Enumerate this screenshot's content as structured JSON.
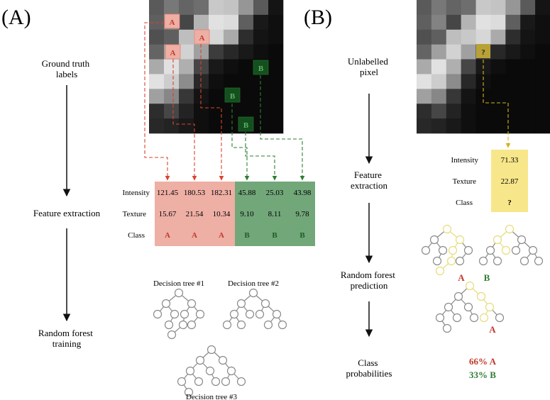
{
  "colors": {
    "class_a": "#c0392b",
    "class_b": "#2e7d32",
    "table_a_bg": "#eeafa5",
    "table_b_bg": "#72a77a",
    "query_bg": "#f7e78a",
    "query_pixel": "#b8a237",
    "tree_gray": "#8a8a8a",
    "tree_highlight": "#e8dc7a",
    "arrow_a": "#d9442c",
    "arrow_b": "#2e7d32",
    "arrow_query": "#d4b21e"
  },
  "image_grid": [
    [
      90,
      120,
      100,
      110,
      200,
      195,
      150,
      90,
      20
    ],
    [
      95,
      130,
      70,
      180,
      225,
      220,
      95,
      25,
      15
    ],
    [
      80,
      95,
      190,
      200,
      215,
      170,
      45,
      20,
      15
    ],
    [
      100,
      160,
      210,
      160,
      60,
      40,
      25,
      15,
      10
    ],
    [
      170,
      225,
      175,
      70,
      25,
      15,
      10,
      10,
      10
    ],
    [
      225,
      205,
      140,
      40,
      15,
      10,
      10,
      10,
      10
    ],
    [
      160,
      135,
      55,
      20,
      10,
      10,
      10,
      10,
      10
    ],
    [
      45,
      70,
      35,
      15,
      10,
      10,
      10,
      10,
      10
    ],
    [
      40,
      35,
      25,
      15,
      10,
      10,
      10,
      10,
      10
    ]
  ],
  "panel_a": {
    "label": "(A)",
    "steps": [
      "Ground truth\nlabels",
      "Feature extraction",
      "Random forest\ntraining"
    ],
    "pixel_labels": {
      "a": [
        "A",
        "A",
        "A"
      ],
      "b": [
        "B",
        "B",
        "B"
      ]
    },
    "table": {
      "rows": [
        "Intensity",
        "Texture",
        "Class"
      ],
      "a_columns": [
        {
          "intensity": "121.45",
          "texture": "15.67",
          "class": "A"
        },
        {
          "intensity": "180.53",
          "texture": "21.54",
          "class": "A"
        },
        {
          "intensity": "182.31",
          "texture": "10.34",
          "class": "A"
        }
      ],
      "b_columns": [
        {
          "intensity": "45.88",
          "texture": "9.10",
          "class": "B"
        },
        {
          "intensity": "25.03",
          "texture": "8.11",
          "class": "B"
        },
        {
          "intensity": "43.98",
          "texture": "9.78",
          "class": "B"
        }
      ]
    },
    "trees": [
      "Decision tree #1",
      "Decision tree #2",
      "Decision tree #3"
    ]
  },
  "panel_b": {
    "label": "(B)",
    "steps": [
      "Unlabelled\npixel",
      "Feature\nextraction",
      "Random forest\nprediction",
      "Class\nprobabilities"
    ],
    "query_mark": "?",
    "features": [
      {
        "label": "Intensity",
        "value": "71.33"
      },
      {
        "label": "Texture",
        "value": "22.87"
      },
      {
        "label": "Class",
        "value": "?"
      }
    ],
    "votes": [
      "A",
      "B",
      "A"
    ],
    "probabilities": [
      {
        "text": "66% A",
        "class": "a"
      },
      {
        "text": "33% B",
        "class": "b"
      }
    ]
  }
}
